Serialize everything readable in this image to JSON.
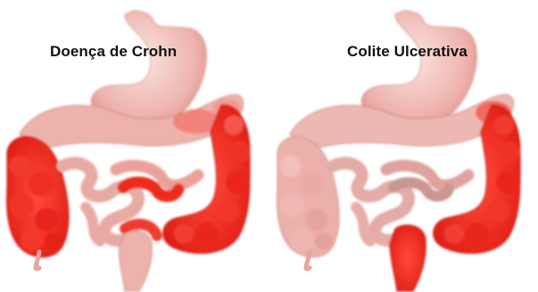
{
  "panels": [
    {
      "label": "Doença de Crohn",
      "inflamed_regions": [
        "ascending-colon",
        "cecum",
        "small-intestine-loops",
        "descending-colon",
        "sigmoid-colon"
      ]
    },
    {
      "label": "Colite Ulcerativa",
      "inflamed_regions": [
        "descending-colon",
        "sigmoid-colon",
        "rectum"
      ]
    }
  ],
  "colors": {
    "healthy": "#e9a9a4",
    "healthy_light": "#f6d3cf",
    "inflamed": "#f0261c",
    "inflamed_deep": "#d91a12",
    "outline": "#c77d77"
  }
}
